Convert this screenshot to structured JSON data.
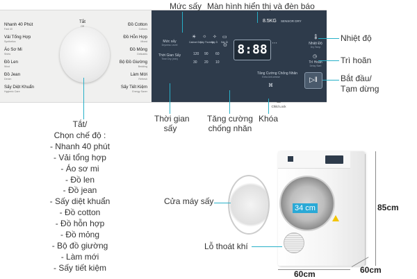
{
  "panel": {
    "knob_top_label": "Tắt",
    "knob_top_sub": "Off",
    "left_programs": [
      {
        "label": "Nhanh 40 Phút",
        "sub": "Fast 40"
      },
      {
        "label": "Vải Tổng Hợp",
        "sub": "Synthetics"
      },
      {
        "label": "Áo Sơ Mi",
        "sub": "Shirts"
      },
      {
        "label": "Đồ Len",
        "sub": "Wool"
      },
      {
        "label": "Đồ Jean",
        "sub": "Denim"
      },
      {
        "label": "Sấy Diệt Khuẩn",
        "sub": "Hygienic Care"
      }
    ],
    "right_programs": [
      {
        "label": "Đồ Cotton",
        "sub": "Cottons"
      },
      {
        "label": "Đồ Hỗn Hợp",
        "sub": "Mixed"
      },
      {
        "label": "Đồ Mỏng",
        "sub": "Delicates"
      },
      {
        "label": "Bộ Đồ Giường",
        "sub": "Bedding"
      },
      {
        "label": "Làm Mới",
        "sub": "Refresh"
      },
      {
        "label": "Sấy Tiết Kiệm",
        "sub": "Energy Saver"
      }
    ],
    "display": {
      "capacity": "8.5KG",
      "model": "SENSOR DRY",
      "dry_level_label": "Mức sấy",
      "dry_level_sub": "Dryness Level",
      "dry_levels": [
        "Cabinet Dry",
        "Sấy Thường",
        "Sấy Ít",
        "Sấy Ủi"
      ],
      "dry_time_label": "Thời Gian Sấy",
      "dry_time_sub": "Time Dry (min)",
      "time_options": [
        "120",
        "90",
        "60",
        "30",
        "20",
        "10"
      ],
      "digits": "8:88",
      "temp_label": "Nhiệt Độ",
      "temp_sub": "Dry Temp",
      "delay_label": "Trì Hoãn",
      "delay_sub": "Delay Start",
      "anti_crease_label": "Tăng Cường Chống Nhăn",
      "anti_crease_sub": "Extra Anti-crease",
      "lock_label": "Khóa",
      "lock_sub": "Child Lock",
      "start_symbol": "▷‖"
    }
  },
  "annotations": {
    "dry_level": "Mức sấy",
    "display_lights": "Màn hình hiển thị và đèn báo",
    "temperature": "Nhiệt độ",
    "delay": "Trì hoãn",
    "start_pause_1": "Bắt đầu/",
    "start_pause_2": "Tạm dừng",
    "dry_time_1": "Thời gian",
    "dry_time_2": "sấy",
    "anti_crease_1": "Tăng cường",
    "anti_crease_2": "chống nhăn",
    "lock": "Khóa",
    "modes": [
      "Tắt/",
      "Chọn chế độ :",
      "- Nhanh 40 phút",
      "- Vải tổng hợp",
      "- Áo sơ mi",
      "- Đồ len",
      "- Đồ jean",
      "- Sấy diệt khuẩn",
      "- Đồ cotton",
      "- Đồ hỗn hợp",
      "- Đồ mỏng",
      "- Bộ đồ giường",
      "- Làm mới",
      "- Sấy tiết kiệm"
    ],
    "door": "Cửa máy sấy",
    "vent": "Lỗ thoát khí",
    "diameter": "34 cm",
    "height": "85cm",
    "width": "60cm",
    "depth": "60cm"
  },
  "colors": {
    "accent": "#27b0c8",
    "display_bg": "#2e3b4b",
    "panel_bg": "#f2f2f2"
  }
}
